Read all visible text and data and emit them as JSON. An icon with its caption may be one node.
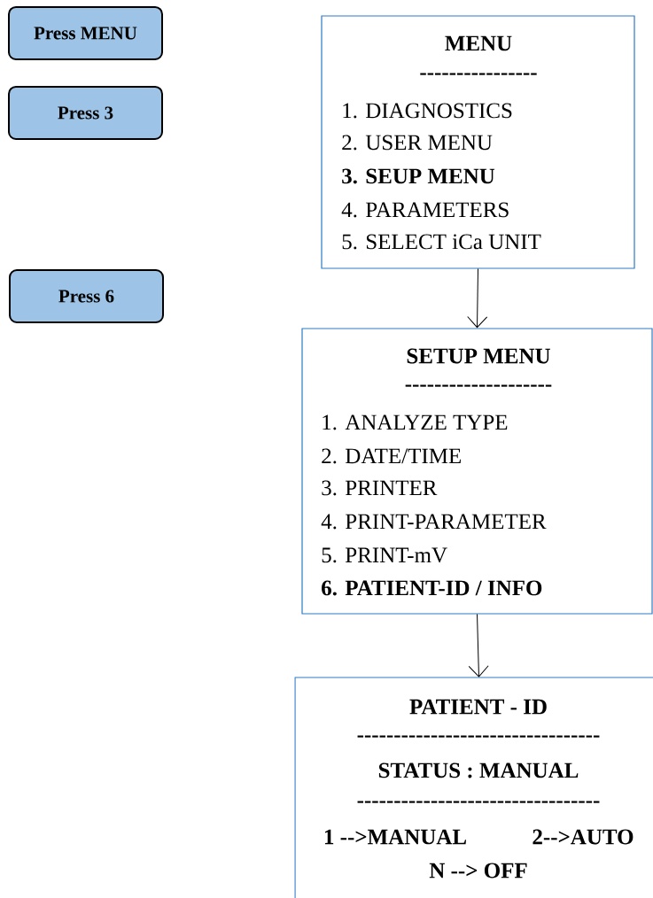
{
  "diagram": {
    "nodes": [
      {
        "text": [
          "Press MENU"
        ]
      },
      {
        "text": [
          "Press 3"
        ]
      },
      {
        "text": [
          "Press 6"
        ]
      },
      {
        "text": [
          "MENU",
          "----------------",
          "1.  DIAGNOSTICS",
          "2.  USER MENU",
          "3.  SEUP MENU",
          "4.  PARAMETERS",
          "5.  SELECT iCa UNIT"
        ]
      },
      {
        "text": [
          "SETUP MENU",
          "--------------------",
          "1.  ANALYZE TYPE",
          "2.  DATE/TIME",
          "3.  PRINTER",
          "4.  PRINT-PARAMETER",
          "5.  PRINT-mV",
          "6.  PATIENT-ID / INFO"
        ]
      },
      {
        "text": [
          "PATIENT - ID",
          "---------------------------------",
          "STATUS : MANUAL",
          "---------------------------------",
          "1 -->MANUAL",
          "2-->AUTO",
          "N --> OFF"
        ]
      }
    ],
    "edges": [
      {
        "from": 3,
        "to": 4,
        "arrow": "to"
      },
      {
        "from": 4,
        "to": 5,
        "arrow": "to"
      }
    ]
  }
}
